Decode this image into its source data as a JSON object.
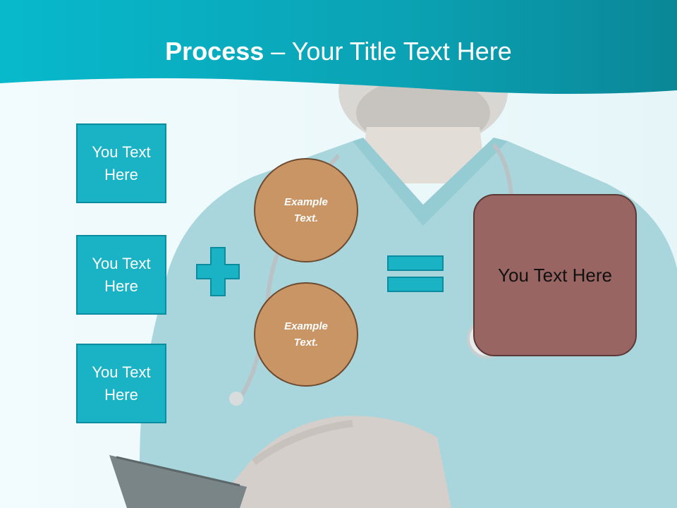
{
  "title": {
    "bold": "Process",
    "rest": " – Your Title Text Here"
  },
  "inputs": [
    {
      "label": "You Text Here"
    },
    {
      "label": "You Text Here"
    },
    {
      "label": "You Text Here"
    }
  ],
  "operators": {
    "plus": "plus-icon",
    "equals": "equals-icon"
  },
  "circles": [
    {
      "label": "Example Text."
    },
    {
      "label": "Example Text."
    }
  ],
  "result": {
    "label": "You Text Here"
  },
  "colors": {
    "header": "#0aa6b8",
    "box": "#1ab3c6",
    "circle": "#c99565",
    "result": "#996563",
    "operator": "#1ab3c6"
  }
}
